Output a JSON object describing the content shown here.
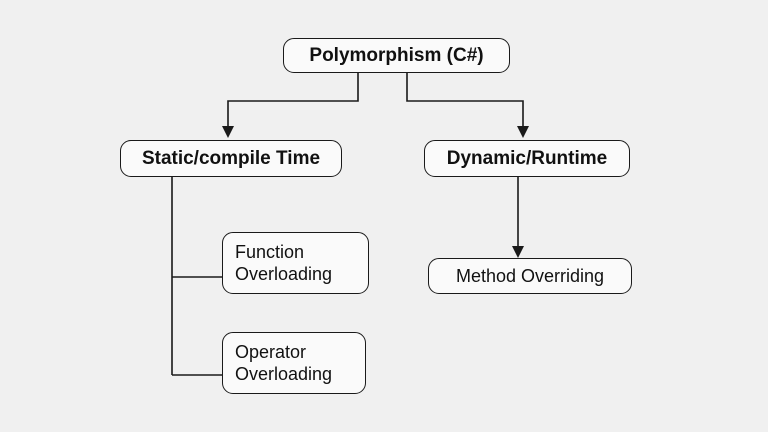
{
  "diagram": {
    "title": "Polymorphism (C#)",
    "nodes": {
      "root": {
        "label": "Polymorphism (C#)"
      },
      "static_branch": {
        "label": "Static/compile Time"
      },
      "dynamic_branch": {
        "label": "Dynamic/Runtime"
      },
      "function_overloading": {
        "label": "Function Overloading"
      },
      "operator_overloading": {
        "label": "Operator Overloading"
      },
      "method_overriding": {
        "label": "Method Overriding"
      }
    },
    "edges": [
      {
        "from": "root",
        "to": "static_branch",
        "arrow": true
      },
      {
        "from": "root",
        "to": "dynamic_branch",
        "arrow": true
      },
      {
        "from": "static_branch",
        "to": "function_overloading",
        "arrow": false
      },
      {
        "from": "static_branch",
        "to": "operator_overloading",
        "arrow": false
      },
      {
        "from": "dynamic_branch",
        "to": "method_overriding",
        "arrow": true
      }
    ],
    "colors": {
      "background": "#f0f0f0",
      "box_fill": "#fafafa",
      "line": "#1a1a1a"
    }
  }
}
